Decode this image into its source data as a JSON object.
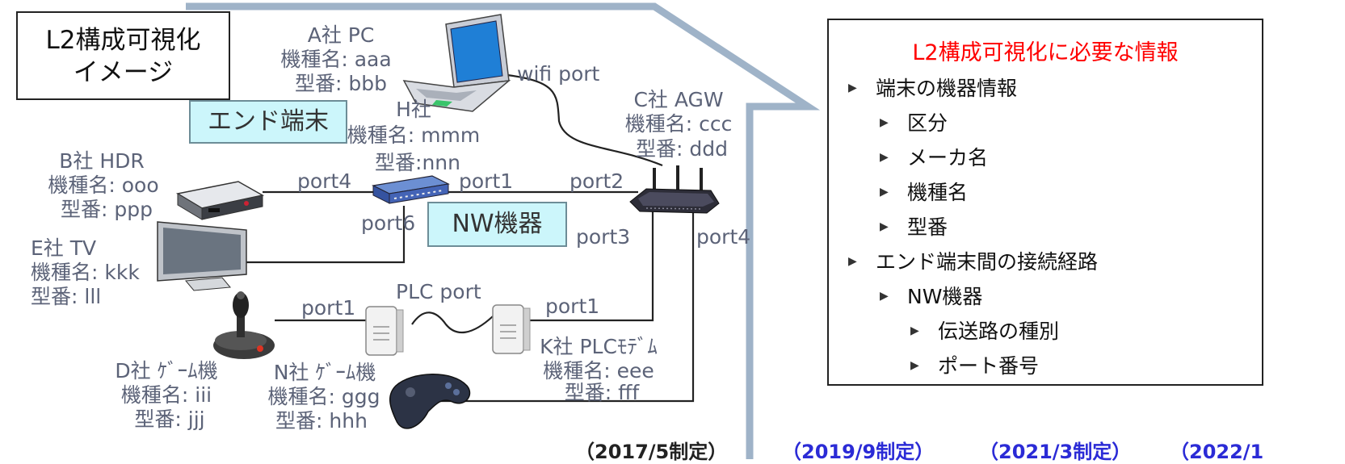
{
  "title_lines": [
    "L2構成可視化",
    "イメージ"
  ],
  "labels": {
    "end_terminal": "エンド端末",
    "nw_device": "NW機器"
  },
  "devices": {
    "pc": [
      "A社 PC",
      "機種名: aaa",
      "型番: bbb"
    ],
    "hub": [
      "H社",
      "機種名: mmm",
      "型番:nnn"
    ],
    "agw": [
      "C社 AGW",
      "機種名: ccc",
      "型番: ddd"
    ],
    "hdr": [
      "B社 HDR",
      "機種名: ooo",
      "型番: ppp"
    ],
    "tv": [
      "E社 TV",
      "機種名: kkk",
      "型番: lll"
    ],
    "game_d": [
      "D社 ｹﾞｰﾑ機",
      "機種名: iii",
      "型番: jjj"
    ],
    "game_n": [
      "N社 ｹﾞｰﾑ機",
      "機種名: ggg",
      "型番: hhh"
    ],
    "plc": [
      "K社 PLCﾓﾃﾞﾑ",
      "機種名: eee",
      "型番: fff"
    ]
  },
  "ports": {
    "wifi": "wifi port",
    "hub_port4": "port4",
    "hub_port1": "port1",
    "agw_port2": "port2",
    "hub_port6": "port6",
    "agw_port3": "port3",
    "agw_port4": "port4",
    "plc_port": "PLC port",
    "plc_left_port1": "port1",
    "plc_right_port1": "port1"
  },
  "info_panel": {
    "title": "L2構成可視化に必要な情報",
    "items": [
      {
        "level": 1,
        "text": "端末の機器情報"
      },
      {
        "level": 2,
        "text": "区分"
      },
      {
        "level": 2,
        "text": "メーカ名"
      },
      {
        "level": 2,
        "text": "機種名"
      },
      {
        "level": 2,
        "text": "型番"
      },
      {
        "level": 1,
        "text": "エンド端末間の接続経路"
      },
      {
        "level": 2,
        "text": "NW機器"
      },
      {
        "level": 3,
        "text": "伝送路の種別"
      },
      {
        "level": 3,
        "text": "ポート番号"
      }
    ]
  },
  "footer": [
    {
      "text": "（2017/5制定）",
      "color": "#222222"
    },
    {
      "text": "（2019/9制定）",
      "color": "#2b2bd6"
    },
    {
      "text": "（2021/3制定）",
      "color": "#2b2bd6"
    },
    {
      "text": "（2022/1",
      "color": "#2b2bd6"
    }
  ],
  "colors": {
    "house_outline": "#9fb3c8",
    "label_text": "#5c6378",
    "info_title": "#ff0000",
    "label_box_fill": "#ccf6fb"
  }
}
